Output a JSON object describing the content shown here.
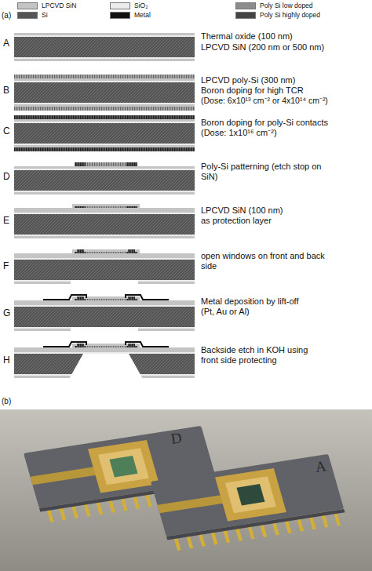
{
  "diagram": {
    "labels": [
      "(a)",
      "A",
      "Thermal oxide (100 nm)",
      "LPCVD SiN (200 nm or 500 nm)",
      "B",
      "LPCVD poly-Si (300 nm)",
      "Boron doping for high TCR",
      "(Dose: 6x10¹³ cm⁻² or 4x10¹⁴ cm⁻²)",
      "C",
      "Boron doping for poly-Si contacts",
      "(Dose: 1x10¹⁶ cm⁻²)",
      "D",
      "Poly-Si patterning (etch stop on SiN)",
      "E",
      "LPCVD SiN (100 nm)",
      "as protection layer",
      "F",
      "open windows on front and back side",
      "G",
      "Metal deposition by lift-off",
      "(Pt, Au or Al)",
      "H",
      "Backside etch in KOH using front side protecting",
      "(b)",
      "D",
      "A"
    ],
    "legend": [
      {
        "text": "LPCVD SiN",
        "color": "#c4c4c4"
      },
      {
        "text": "SiO₂",
        "color": "#ececec"
      },
      {
        "text": "Poly Si low doped",
        "color": "#8c8c8c"
      },
      {
        "text": "Si",
        "color": "#555555"
      },
      {
        "text": "Metal",
        "color": "#111111"
      },
      {
        "text": "Poly Si highly doped",
        "color": "#444444"
      }
    ]
  }
}
